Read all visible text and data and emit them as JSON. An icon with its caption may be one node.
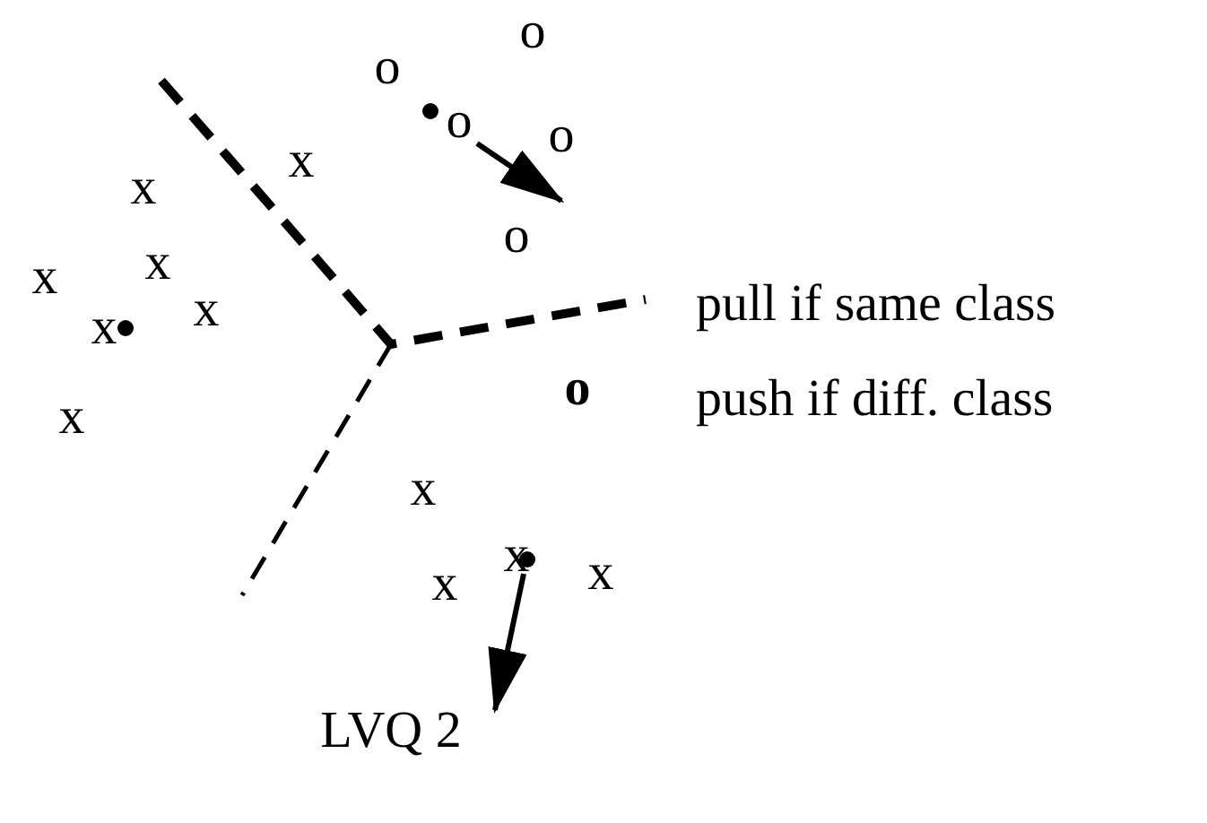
{
  "diagram": {
    "labels": [
      "o",
      "o",
      "o",
      "x",
      "o",
      "x",
      "o",
      "x",
      "x",
      "pull if same class",
      "x",
      "x",
      "o",
      "push if diff. class",
      "x",
      "x",
      "x",
      "x",
      "x",
      "LVQ 2"
    ]
  }
}
